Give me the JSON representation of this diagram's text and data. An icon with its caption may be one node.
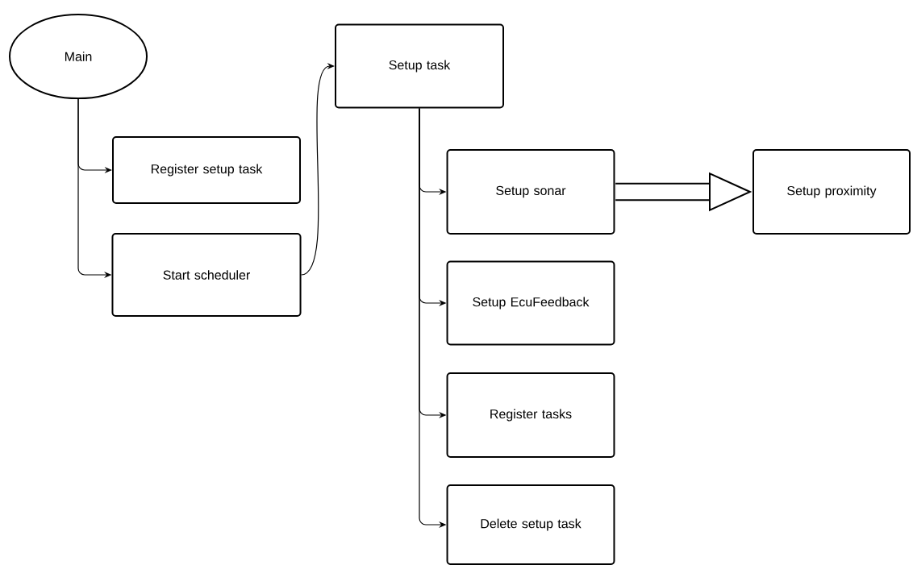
{
  "diagram": {
    "nodes": [
      {
        "text": [
          "Main"
        ]
      },
      {
        "text": [
          "Register setup task"
        ]
      },
      {
        "text": [
          "Start scheduler"
        ]
      },
      {
        "text": [
          "Setup task"
        ]
      },
      {
        "text": [
          "Setup sonar"
        ]
      },
      {
        "text": [
          "Setup EcuFeedback"
        ]
      },
      {
        "text": [
          "Register tasks"
        ]
      },
      {
        "text": [
          "Delete setup task"
        ]
      },
      {
        "text": [
          "Setup proximity"
        ]
      }
    ],
    "edges": [
      {
        "from": 0,
        "to": 1,
        "arrow": "to"
      },
      {
        "from": 0,
        "to": 2,
        "arrow": "to"
      },
      {
        "from": 2,
        "to": 3,
        "arrow": "to"
      },
      {
        "from": 3,
        "to": 4,
        "arrow": "to"
      },
      {
        "from": 3,
        "to": 5,
        "arrow": "to"
      },
      {
        "from": 3,
        "to": 6,
        "arrow": "to"
      },
      {
        "from": 3,
        "to": 7,
        "arrow": "to"
      },
      {
        "from": 4,
        "to": 8,
        "arrow": "to",
        "style": "thick"
      }
    ]
  }
}
